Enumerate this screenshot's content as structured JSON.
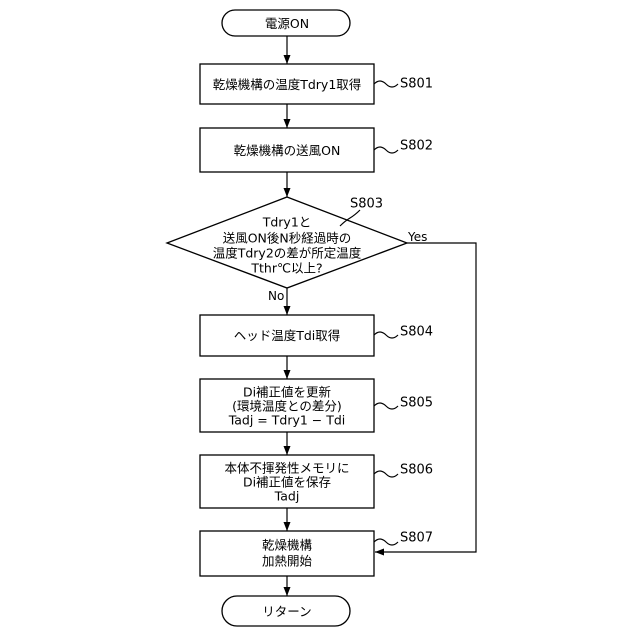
{
  "start": {
    "label": "電源ON"
  },
  "steps": [
    {
      "id": "S801",
      "lines": [
        "乾燥機構の温度Tdry1取得"
      ]
    },
    {
      "id": "S802",
      "lines": [
        "乾燥機構の送風ON"
      ]
    },
    {
      "id": "S803",
      "lines": [
        "Tdry1と",
        "送風ON後N秒経過時の",
        "温度Tdry2の差が所定温度",
        "Tthr℃以上?"
      ]
    },
    {
      "id": "S804",
      "lines": [
        "ヘッド温度Tdi取得"
      ]
    },
    {
      "id": "S805",
      "lines": [
        "Di補正値を更新",
        "(環境温度との差分)",
        "Tadj = Tdry1 − Tdi"
      ]
    },
    {
      "id": "S806",
      "lines": [
        "本体不揮発性メモリに",
        "Di補正値を保存",
        "Tadj"
      ]
    },
    {
      "id": "S807",
      "lines": [
        "乾燥機構",
        "加熱開始"
      ]
    }
  ],
  "branch": {
    "yes": "Yes",
    "no": "No"
  },
  "end": {
    "label": "リターン"
  }
}
